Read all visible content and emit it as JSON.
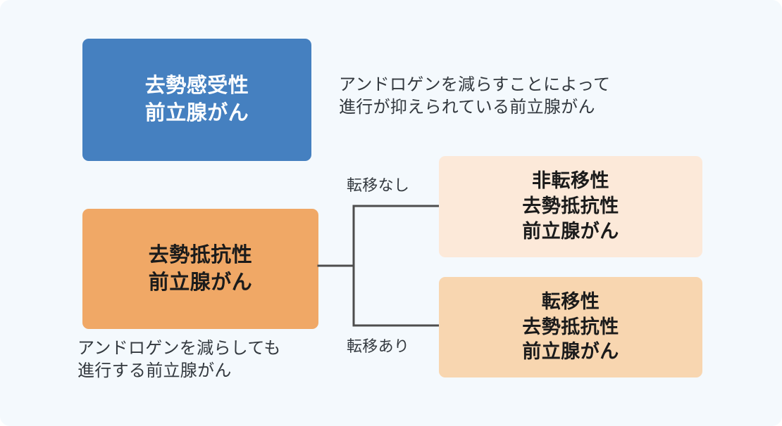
{
  "diagram": {
    "background_color": "#f4f9fd",
    "title": "",
    "nodes": {
      "castration_sensitive": {
        "label": "去勢感受性\n前立腺がん",
        "color": "#4580c0",
        "text_color": "#ffffff"
      },
      "castration_resistant": {
        "label": "去勢抵抗性\n前立腺がん",
        "color": "#f0a866",
        "text_color": "#1b1b1b"
      },
      "non_metastatic_crpc": {
        "label": "非転移性\n去勢抵抗性\n前立腺がん",
        "color": "#fce9d9",
        "text_color": "#1b1b1b"
      },
      "metastatic_crpc": {
        "label": "転移性\n去勢抵抗性\n前立腺がん",
        "color": "#f8d6b0",
        "text_color": "#1b1b1b"
      }
    },
    "captions": {
      "castration_sensitive_desc": "アンドロゲンを減らすことによって\n進行が抑えられている前立腺がん",
      "castration_resistant_desc": "アンドロゲンを減らしても\n進行する前立腺がん"
    },
    "edge_labels": {
      "no_metastasis": "転移なし",
      "metastasis": "転移あり"
    },
    "connector_color": "#4d4d4d"
  }
}
